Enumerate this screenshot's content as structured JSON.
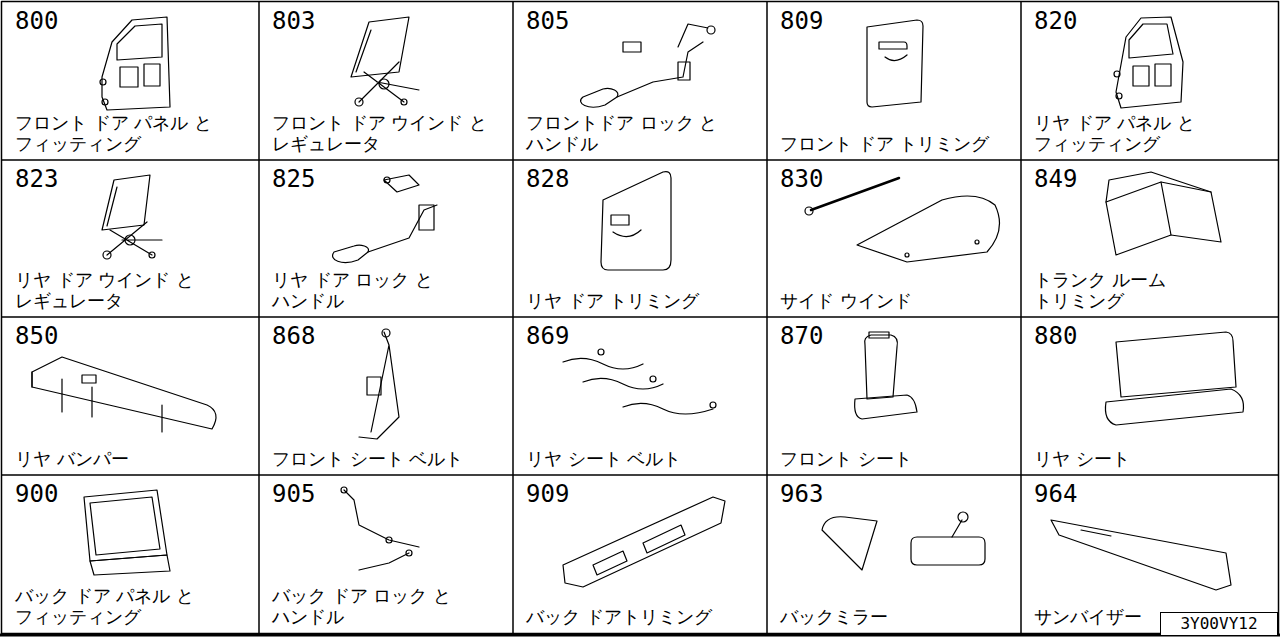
{
  "diagram": {
    "nodes": [
      {
        "text": [
          "800",
          "フロント ドア パネル と フィッティング"
        ]
      },
      {
        "text": [
          "803",
          "フロント ドア ウインド と レギュレータ"
        ]
      },
      {
        "text": [
          "805",
          "フロントドア ロック と ハンドル"
        ]
      },
      {
        "text": [
          "809",
          "フロント ドア トリミング"
        ]
      },
      {
        "text": [
          "820",
          "リヤ ドア パネル と フィッティング"
        ]
      },
      {
        "text": [
          "823",
          "リヤ ドア ウインド と レギュレータ"
        ]
      },
      {
        "text": [
          "825",
          "リヤ ドア ロック と ハンドル"
        ]
      },
      {
        "text": [
          "828",
          "リヤ ドア トリミング"
        ]
      },
      {
        "text": [
          "830",
          "サイド ウインド"
        ]
      },
      {
        "text": [
          "849",
          "トランク ルーム トリミング"
        ]
      },
      {
        "text": [
          "850",
          "リヤ バンパー"
        ]
      },
      {
        "text": [
          "868",
          "フロント シート ベルト"
        ]
      },
      {
        "text": [
          "869",
          "リヤ シート ベルト"
        ]
      },
      {
        "text": [
          "870",
          "フロント シート"
        ]
      },
      {
        "text": [
          "880",
          "リヤ シート"
        ]
      },
      {
        "text": [
          "900",
          "バック ドア パネル と フィッティング"
        ]
      },
      {
        "text": [
          "905",
          "バック ドア ロック と ハンドル"
        ]
      },
      {
        "text": [
          "909",
          "バック ドアトリミング"
        ]
      },
      {
        "text": [
          "963",
          "バックミラー"
        ]
      },
      {
        "text": [
          "964",
          "サンバイザー"
        ]
      },
      {
        "text": [
          "3Y00VY12"
        ]
      }
    ]
  }
}
